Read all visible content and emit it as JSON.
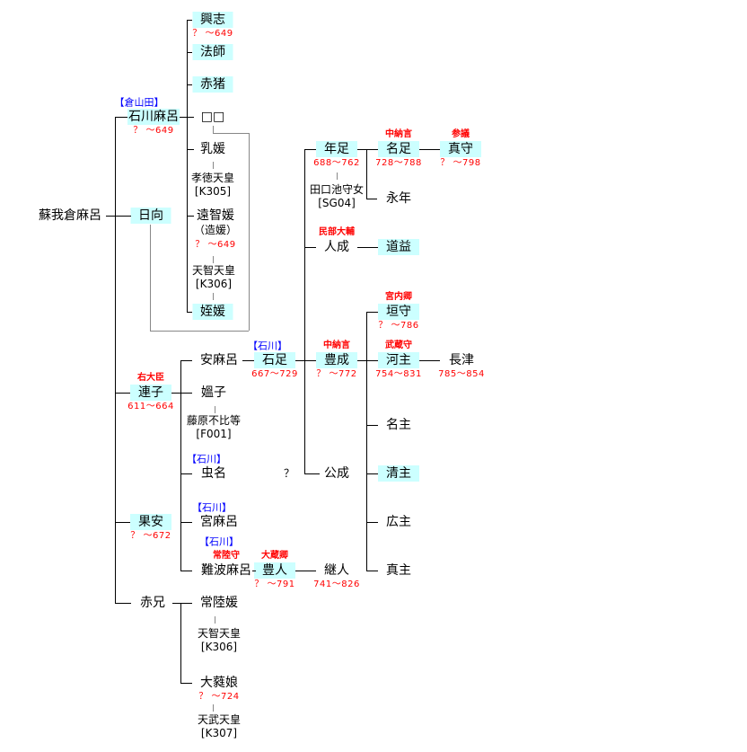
{
  "persons": {
    "kuramaro": {
      "name": "蘇我倉麻呂"
    },
    "ishikawamaro": {
      "name": "石川麻呂",
      "clan": "【倉山田】",
      "years": "？ ～649"
    },
    "himuka": {
      "name": "日向"
    },
    "murajiko": {
      "name": "連子",
      "title": "右大臣",
      "years": "611～664"
    },
    "hatayasu": {
      "name": "果安",
      "years": "？ ～672"
    },
    "akae": {
      "name": "赤兄"
    },
    "koshi": {
      "name": "興志",
      "years": "？ ～649"
    },
    "hoshi": {
      "name": "法師"
    },
    "akai": {
      "name": "赤猪"
    },
    "unknown": {
      "name": "□□"
    },
    "chinohime": {
      "name": "乳媛",
      "spouse": "孝徳天皇",
      "spouse_code": "[K305]"
    },
    "ochinoiratsume": {
      "name": "遠智媛",
      "alias": "（造媛）",
      "years": "？ ～649",
      "spouse": "天智天皇",
      "spouse_code": "[K306]"
    },
    "mei": {
      "name": "姪媛"
    },
    "yasumaro": {
      "name": "安麻呂"
    },
    "ishitari": {
      "name": "石足",
      "clan": "【石川】",
      "years": "667～729"
    },
    "toyonari": {
      "name": "豊成",
      "title": "中納言",
      "years": "？ ～772"
    },
    "ouko": {
      "name": "媼子",
      "spouse": "藤原不比等",
      "spouse_code": "[F001]"
    },
    "mushina": {
      "name": "虫名",
      "clan": "【石川】"
    },
    "miyamaro": {
      "name": "宮麻呂",
      "clan": "【石川】"
    },
    "naniwamaro": {
      "name": "難波麻呂",
      "clan": "【石川】",
      "title": "常陸守"
    },
    "toyohito": {
      "name": "豊人",
      "title": "大蔵卿",
      "years": "？ ～791"
    },
    "tsuguhito": {
      "name": "継人",
      "years": "741～826"
    },
    "toshitari": {
      "name": "年足",
      "years": "688～762",
      "spouse": "田口池守女",
      "spouse_code": "[SG04]"
    },
    "natari": {
      "name": "名足",
      "title": "中納言",
      "years": "728～788"
    },
    "mamori": {
      "name": "真守",
      "title": "参議",
      "years": "？ ～798"
    },
    "nagatoshi": {
      "name": "永年"
    },
    "hitonari": {
      "name": "人成",
      "title": "民部大輔"
    },
    "michimasu": {
      "name": "道益"
    },
    "kiminari": {
      "name": "公成",
      "uncertain": "？"
    },
    "kakimori": {
      "name": "垣守",
      "title": "宮内卿",
      "years": "？ ～786"
    },
    "kawanushi": {
      "name": "河主",
      "title": "武蔵守",
      "years": "754～831"
    },
    "nagatsu": {
      "name": "長津",
      "years": "785～854"
    },
    "nanushi": {
      "name": "名主"
    },
    "kiyonushi": {
      "name": "清主"
    },
    "hironushi": {
      "name": "広主"
    },
    "manushi": {
      "name": "真主"
    },
    "hitachi": {
      "name": "常陸媛",
      "spouse": "天智天皇",
      "spouse_code": "[K306]"
    },
    "onu": {
      "name": "大蕤娘",
      "years": "？ ～724",
      "spouse": "天武天皇",
      "spouse_code": "[K307]"
    }
  },
  "colors": {
    "highlight": "#ccffff",
    "title": "#ff0000",
    "clan": "#0000ff",
    "years": "#ff0000"
  }
}
